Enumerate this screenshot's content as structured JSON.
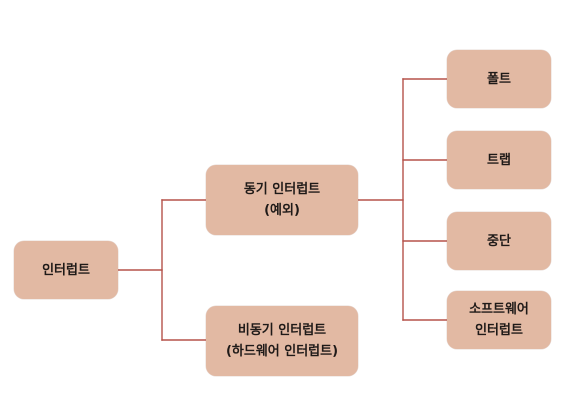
{
  "diagram": {
    "root": {
      "label": "인터럽트"
    },
    "sync": {
      "line1": "동기 인터럽트",
      "line2": "(예외)"
    },
    "async": {
      "line1": "비동기 인터럽트",
      "line2": "(하드웨어 인터럽트)"
    },
    "fault": {
      "label": "폴트"
    },
    "trap": {
      "label": "트랩"
    },
    "abort": {
      "label": "중단"
    },
    "software": {
      "line1": "소프트웨어",
      "line2": "인터럽트"
    }
  },
  "colors": {
    "node_fill": "#e2b9a3",
    "connector": "#b5524a",
    "text": "#1f1a18"
  }
}
